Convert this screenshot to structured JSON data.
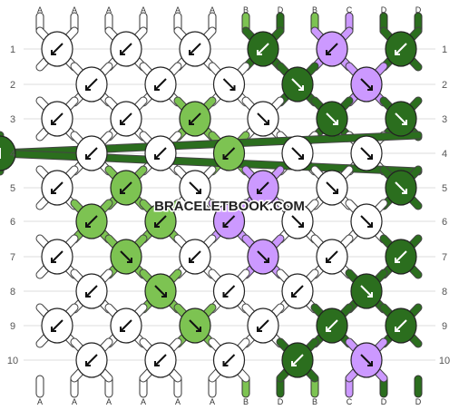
{
  "watermark": "BRACELETBOOK.COM",
  "row_labels": [
    "1",
    "2",
    "3",
    "4",
    "5",
    "6",
    "7",
    "8",
    "9",
    "10"
  ],
  "colors": {
    "A": "#ffffff",
    "B": "#7dc352",
    "C": "#cc99ff",
    "D": "#2b6e1e"
  },
  "strands_top": [
    "A",
    "A",
    "A",
    "A",
    "A",
    "A",
    "B",
    "D",
    "B",
    "C",
    "D",
    "D"
  ],
  "strands_bottom": [
    "A",
    "A",
    "A",
    "A",
    "A",
    "A",
    "B",
    "D",
    "B",
    "C",
    "D",
    "D"
  ],
  "knots": [
    [
      {
        "color": "A",
        "dir": "bl"
      },
      {
        "color": "A",
        "dir": "bl"
      },
      {
        "color": "A",
        "dir": "bl"
      },
      {
        "color": "D",
        "dir": "bl"
      },
      {
        "color": "C",
        "dir": "bl"
      },
      {
        "color": "D",
        "dir": "bl"
      }
    ],
    [
      {
        "color": "A",
        "dir": "bl"
      },
      {
        "color": "A",
        "dir": "bl"
      },
      {
        "color": "A",
        "dir": "br"
      },
      {
        "color": "D",
        "dir": "br"
      },
      {
        "color": "C",
        "dir": "br"
      }
    ],
    [
      {
        "color": "A",
        "dir": "bl"
      },
      {
        "color": "A",
        "dir": "bl"
      },
      {
        "color": "B",
        "dir": "bl"
      },
      {
        "color": "A",
        "dir": "br"
      },
      {
        "color": "D",
        "dir": "br"
      },
      {
        "color": "D",
        "dir": "br"
      }
    ],
    [
      {
        "color": "A",
        "dir": "bl"
      },
      {
        "color": "A",
        "dir": "bl"
      },
      {
        "color": "B",
        "dir": "bl"
      },
      {
        "color": "A",
        "dir": "br"
      },
      {
        "color": "A",
        "dir": "br"
      },
      {
        "color": "D",
        "dir": "br"
      }
    ],
    [
      {
        "color": "A",
        "dir": "bl"
      },
      {
        "color": "B",
        "dir": "bl"
      },
      {
        "color": "A",
        "dir": "br"
      },
      {
        "color": "C",
        "dir": "bl"
      },
      {
        "color": "A",
        "dir": "br"
      },
      {
        "color": "D",
        "dir": "br"
      }
    ],
    [
      {
        "color": "B",
        "dir": "bl"
      },
      {
        "color": "B",
        "dir": "bl"
      },
      {
        "color": "C",
        "dir": "bl"
      },
      {
        "color": "A",
        "dir": "br"
      },
      {
        "color": "A",
        "dir": "br"
      }
    ],
    [
      {
        "color": "A",
        "dir": "bl"
      },
      {
        "color": "B",
        "dir": "br"
      },
      {
        "color": "A",
        "dir": "bl"
      },
      {
        "color": "C",
        "dir": "br"
      },
      {
        "color": "A",
        "dir": "bl"
      },
      {
        "color": "D",
        "dir": "bl"
      }
    ],
    [
      {
        "color": "A",
        "dir": "bl"
      },
      {
        "color": "B",
        "dir": "br"
      },
      {
        "color": "A",
        "dir": "bl"
      },
      {
        "color": "A",
        "dir": "bl"
      },
      {
        "color": "D",
        "dir": "br"
      }
    ],
    [
      {
        "color": "A",
        "dir": "bl"
      },
      {
        "color": "A",
        "dir": "bl"
      },
      {
        "color": "B",
        "dir": "br"
      },
      {
        "color": "A",
        "dir": "bl"
      },
      {
        "color": "D",
        "dir": "bl"
      },
      {
        "color": "D",
        "dir": "bl"
      }
    ],
    [
      {
        "color": "A",
        "dir": "bl"
      },
      {
        "color": "A",
        "dir": "bl"
      },
      {
        "color": "A",
        "dir": "bl"
      },
      {
        "color": "D",
        "dir": "bl"
      },
      {
        "color": "C",
        "dir": "br"
      }
    ]
  ]
}
